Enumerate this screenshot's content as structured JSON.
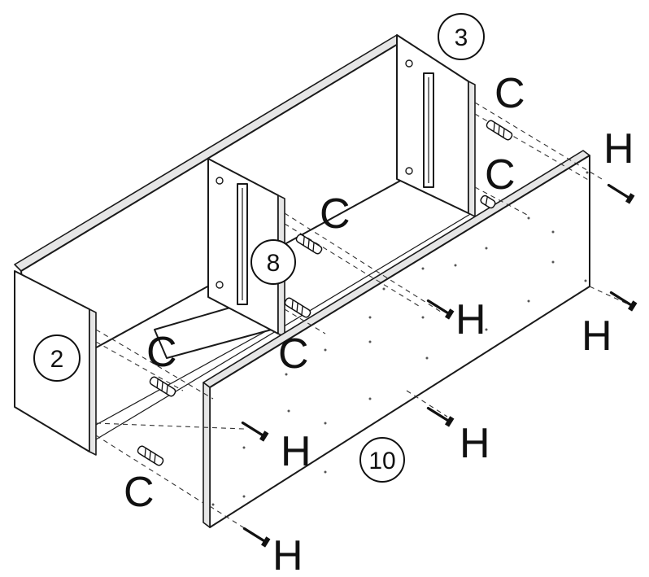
{
  "parts": [
    {
      "id": "part-2",
      "label": "2"
    },
    {
      "id": "part-3",
      "label": "3"
    },
    {
      "id": "part-8",
      "label": "8"
    },
    {
      "id": "part-10",
      "label": "10"
    }
  ],
  "hardware": {
    "dowel_letter": "C",
    "screw_letter": "H"
  }
}
